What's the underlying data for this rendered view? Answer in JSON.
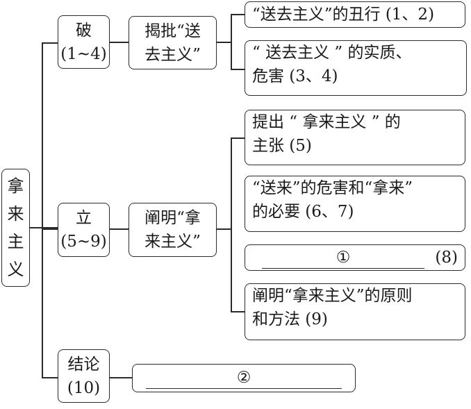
{
  "root": {
    "chars": [
      "拿",
      "来",
      "主",
      "义"
    ]
  },
  "branches": [
    {
      "label": "破",
      "range": "(1~4)",
      "topic": [
        "揭批“送",
        "去主义”"
      ],
      "details": [
        {
          "lines": [
            "“送去主义”的丑行 (1、2)"
          ]
        },
        {
          "lines": [
            "“ 送去主义 ” 的实质、",
            "危害 (3、4)"
          ]
        }
      ]
    },
    {
      "label": "立",
      "range": "(5~9)",
      "topic": [
        "阐明“拿",
        "来主义”"
      ],
      "details": [
        {
          "lines": [
            "提出 “ 拿来主义 ” 的",
            "主张 (5)"
          ]
        },
        {
          "lines": [
            "“送来”的危害和“拿来”",
            "的必要 (6、7)"
          ]
        },
        {
          "blank": "①",
          "suffix": "(8)"
        },
        {
          "lines": [
            "阐明“拿来主义”的原则",
            "和方法 (9)"
          ]
        }
      ]
    },
    {
      "label": "结论",
      "range": "(10)",
      "blank": "②"
    }
  ]
}
